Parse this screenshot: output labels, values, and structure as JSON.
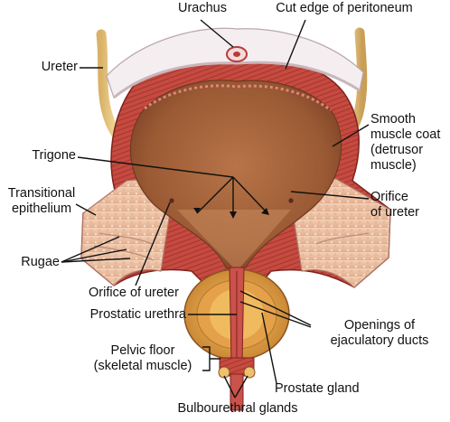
{
  "figure": {
    "labels": {
      "urachus": "Urachus",
      "cut_edge": "Cut edge of peritoneum",
      "ureter": "Ureter",
      "smooth_muscle": [
        "Smooth",
        "muscle coat",
        "(detrusor",
        "muscle)"
      ],
      "trigone": "Trigone",
      "transitional_epithelium": [
        "Transitional",
        "epithelium"
      ],
      "orifice_right": [
        "Orifice",
        "of ureter"
      ],
      "rugae": "Rugae",
      "orifice_left": "Orifice of ureter",
      "prostatic_urethra": "Prostatic urethra",
      "ejaculatory": [
        "Openings of",
        "ejaculatory ducts"
      ],
      "pelvic_floor": [
        "Pelvic floor",
        "(skeletal muscle)"
      ],
      "prostate_gland": "Prostate gland",
      "bulbourethral": "Bulbourethral glands"
    },
    "colors": {
      "muscle": "#c8493f",
      "muscle_dark": "#8e2a24",
      "lumen": "#a0613a",
      "epithelium": "#ecc3a6",
      "ureter": "#f0d28c",
      "prostate": "#e7a848",
      "peritoneum": "#f4eef0",
      "line": "#111111"
    }
  }
}
